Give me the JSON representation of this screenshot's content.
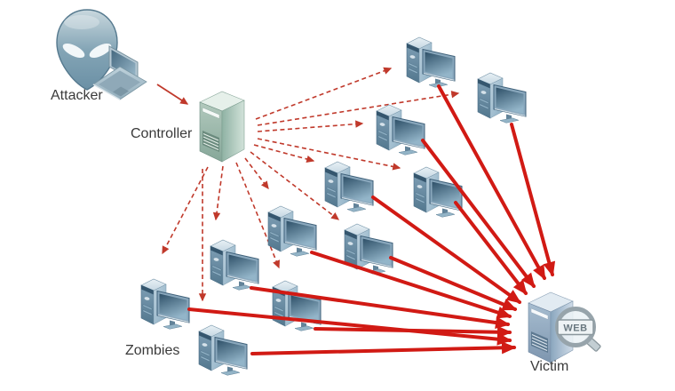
{
  "diagram": {
    "labels": {
      "attacker": "Attacker",
      "controller": "Controller",
      "zombies": "Zombies",
      "victim": "Victim"
    },
    "victim_badge": "WEB",
    "node_counts": {
      "attacker": 1,
      "controller": 1,
      "zombies": 11,
      "victim": 1
    },
    "edges": {
      "attacker_to_controller": "solid thin red arrow",
      "controller_to_zombies": "dashed red command arrows (11)",
      "zombies_to_victim": "solid thick red attack arrows (11)"
    },
    "colors": {
      "background": "#ffffff",
      "solid_arrow": "#d11a14",
      "dashed_arrow": "#c0392b",
      "label_text": "#3a3a3a",
      "controller_body": "#9dbcb0",
      "zombie_body": "#7d9fb6",
      "victim_body": "#93adc2"
    },
    "icons": {
      "attacker": "alien-head-icon + laptop-icon",
      "controller": "server-tower-icon",
      "zombie": "desktop-computer-icon",
      "victim": "server-tower-icon + web-magnifier-icon"
    }
  }
}
